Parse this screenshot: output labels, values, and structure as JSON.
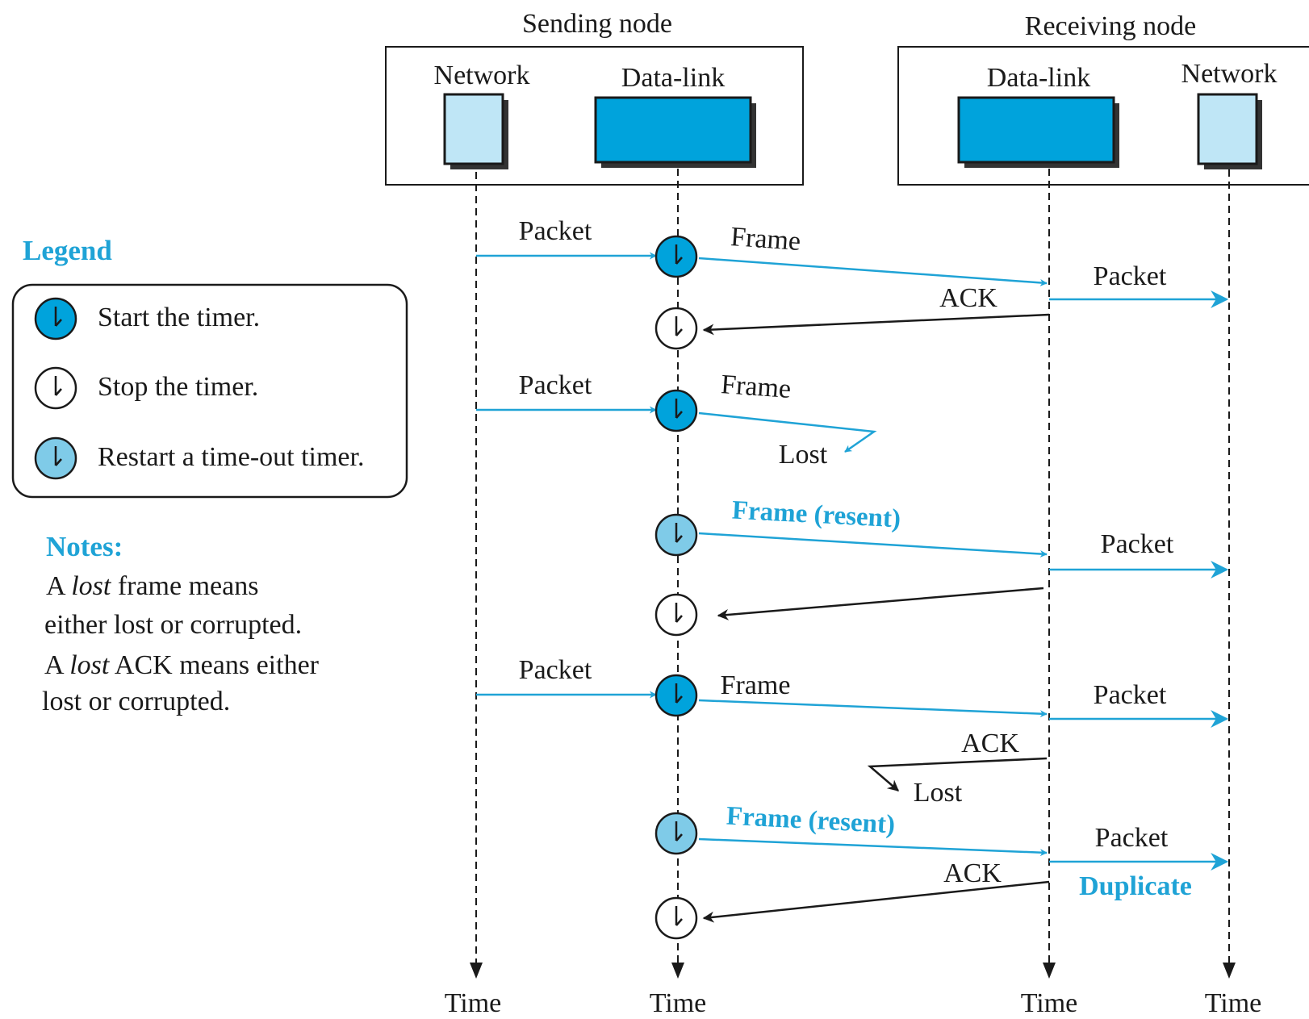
{
  "colors": {
    "accent": "#1fa3d6",
    "dark_block": "#00a3dc",
    "light_block": "#bfe6f6",
    "light_clock": "#7fcbe8",
    "ink": "#1a1a1a"
  },
  "nodes": {
    "sending": {
      "title": "Sending node",
      "network": "Network",
      "datalink": "Data-link"
    },
    "receiving": {
      "title": "Receiving node",
      "datalink": "Data-link",
      "network": "Network"
    }
  },
  "time_label": "Time",
  "legend": {
    "title": "Legend",
    "items": [
      {
        "icon": "clock-start-icon",
        "label": "Start the timer."
      },
      {
        "icon": "clock-stop-icon",
        "label": "Stop the timer."
      },
      {
        "icon": "clock-restart-icon",
        "label": "Restart a time-out timer."
      }
    ]
  },
  "notes": {
    "title": "Notes:",
    "line1": {
      "pre": "A ",
      "em": "lost",
      "post": " frame means"
    },
    "line2": "either lost or corrupted.",
    "line3": {
      "pre": "A ",
      "em": "lost",
      "post": " ACK means either"
    },
    "line4": "lost or corrupted."
  },
  "messages": {
    "packet": "Packet",
    "frame": "Frame",
    "frame_resent": "Frame (resent)",
    "ack": "ACK",
    "lost": "Lost",
    "duplicate": "Duplicate"
  }
}
